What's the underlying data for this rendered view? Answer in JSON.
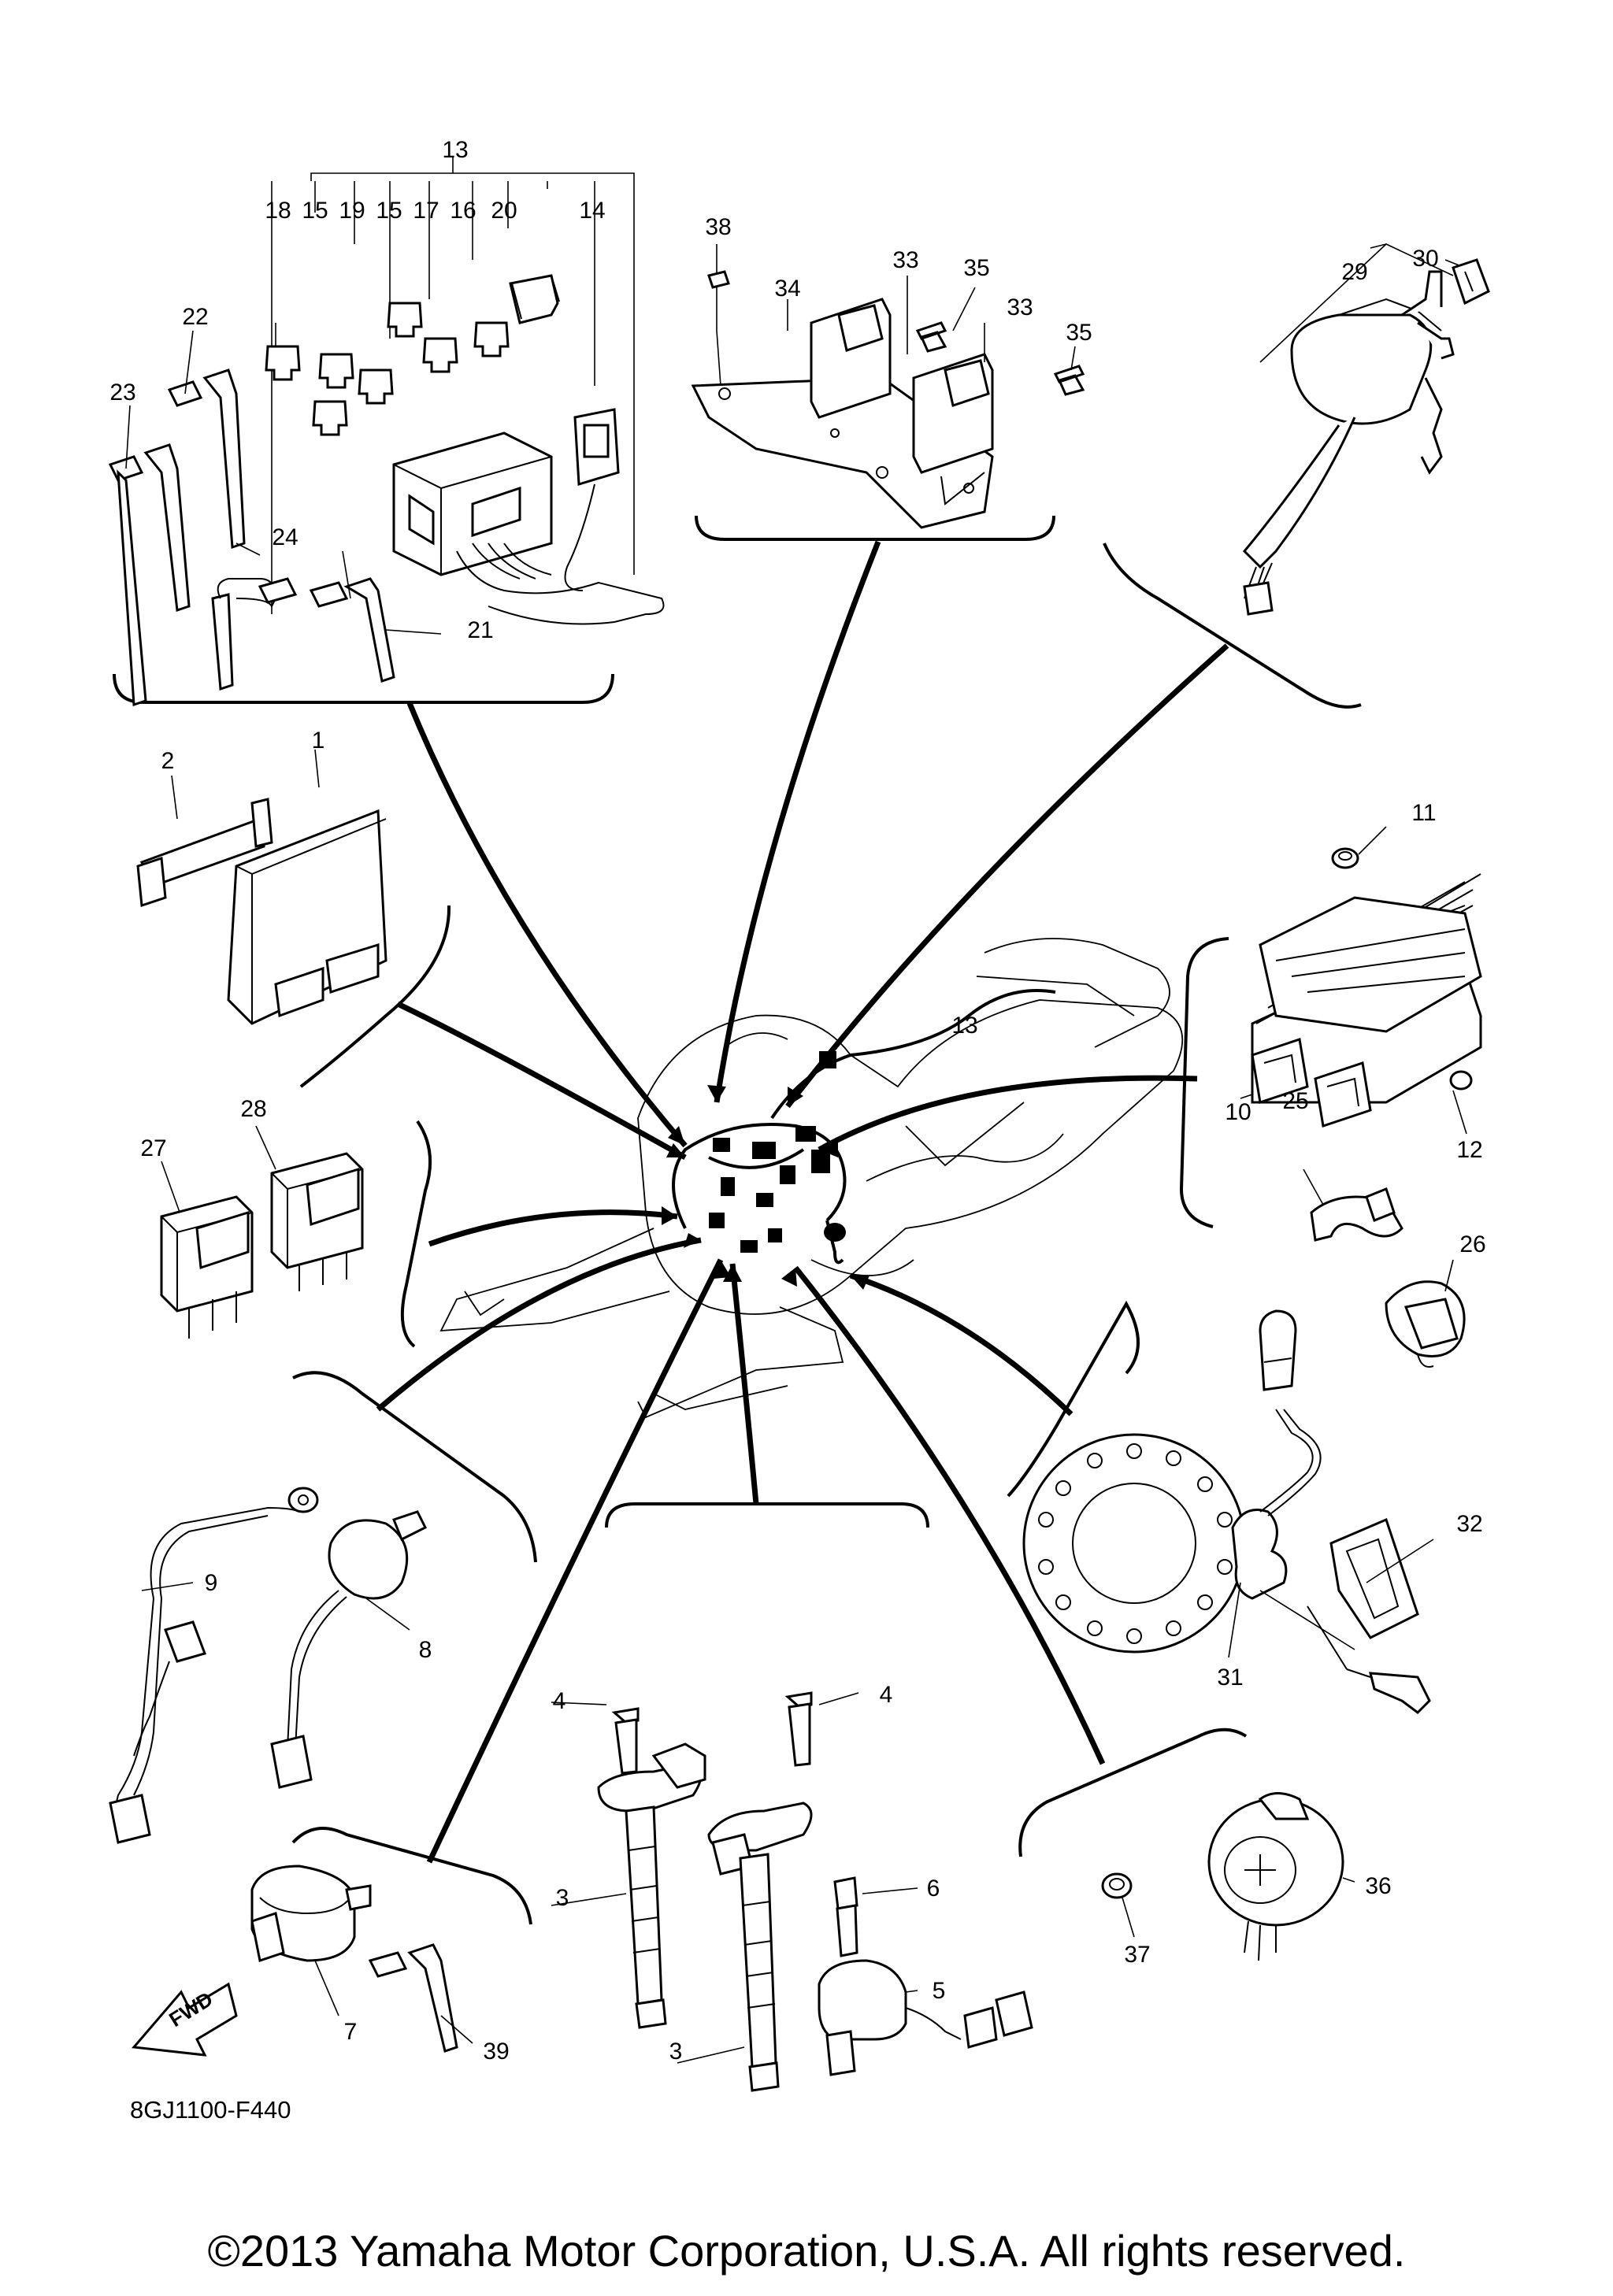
{
  "diagram": {
    "reference_code": "8GJ1100-F440",
    "copyright": "©2013 Yamaha Motor Corporation, U.S.A. All rights reserved.",
    "fwd_label": "FWD",
    "icons": [
      "fwd-arrow-icon"
    ],
    "part_numbers": {
      "p1": "1",
      "p2": "2",
      "p3a": "3",
      "p3b": "3",
      "p4a": "4",
      "p4b": "4",
      "p5": "5",
      "p6": "6",
      "p7": "7",
      "p8": "8",
      "p9": "9",
      "p10": "10",
      "p11": "11",
      "p12": "12",
      "p13a": "13",
      "p13b": "13",
      "p14": "14",
      "p15a": "15",
      "p15b": "15",
      "p16": "16",
      "p17": "17",
      "p18": "18",
      "p19": "19",
      "p20": "20",
      "p21": "21",
      "p22": "22",
      "p23": "23",
      "p24": "24",
      "p25": "25",
      "p26": "26",
      "p27": "27",
      "p28": "28",
      "p29": "29",
      "p30": "30",
      "p31": "31",
      "p32": "32",
      "p33a": "33",
      "p33b": "33",
      "p34": "34",
      "p35a": "35",
      "p35b": "35",
      "p36": "36",
      "p37": "37",
      "p38": "38",
      "p39": "39"
    }
  }
}
